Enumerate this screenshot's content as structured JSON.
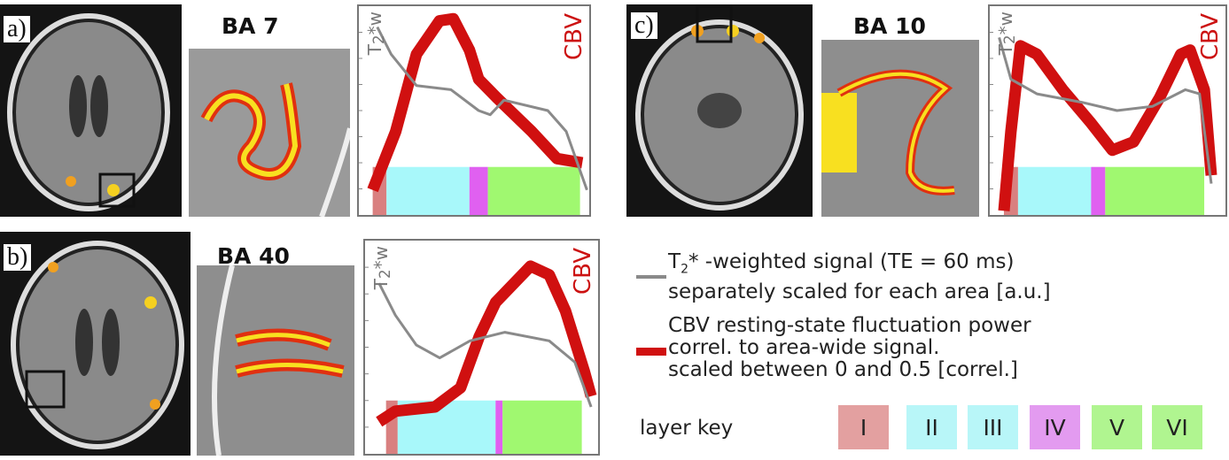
{
  "panels": [
    {
      "label": "a)",
      "area": "BA 7",
      "chart": {
        "red": [
          [
            0.06,
            0.12
          ],
          [
            0.16,
            0.4
          ],
          [
            0.25,
            0.77
          ],
          [
            0.35,
            0.93
          ],
          [
            0.41,
            0.94
          ],
          [
            0.48,
            0.79
          ],
          [
            0.52,
            0.65
          ],
          [
            0.6,
            0.56
          ],
          [
            0.75,
            0.4
          ],
          [
            0.86,
            0.27
          ],
          [
            0.97,
            0.25
          ]
        ],
        "gray": [
          [
            0.08,
            0.9
          ],
          [
            0.14,
            0.77
          ],
          [
            0.25,
            0.62
          ],
          [
            0.4,
            0.6
          ],
          [
            0.52,
            0.5
          ],
          [
            0.57,
            0.48
          ],
          [
            0.63,
            0.55
          ],
          [
            0.82,
            0.5
          ],
          [
            0.9,
            0.4
          ],
          [
            0.99,
            0.12
          ]
        ],
        "layers": [
          0.06,
          0.12,
          0.48,
          0.56,
          0.96
        ],
        "bar_top": 0.23
      }
    },
    {
      "label": "b)",
      "area": "BA 40",
      "chart": {
        "red": [
          [
            0.06,
            0.15
          ],
          [
            0.13,
            0.2
          ],
          [
            0.3,
            0.22
          ],
          [
            0.41,
            0.31
          ],
          [
            0.49,
            0.55
          ],
          [
            0.56,
            0.71
          ],
          [
            0.71,
            0.88
          ],
          [
            0.79,
            0.84
          ],
          [
            0.86,
            0.67
          ],
          [
            0.94,
            0.39
          ],
          [
            0.97,
            0.27
          ]
        ],
        "gray": [
          [
            0.06,
            0.8
          ],
          [
            0.13,
            0.65
          ],
          [
            0.22,
            0.51
          ],
          [
            0.32,
            0.45
          ],
          [
            0.45,
            0.53
          ],
          [
            0.6,
            0.57
          ],
          [
            0.79,
            0.53
          ],
          [
            0.9,
            0.43
          ],
          [
            0.97,
            0.22
          ]
        ],
        "layers": [
          0.09,
          0.14,
          0.56,
          0.59,
          0.93
        ],
        "bar_top": 0.25
      }
    },
    {
      "label": "c)",
      "area": "BA 10",
      "chart": {
        "red": [
          [
            0.06,
            0.02
          ],
          [
            0.09,
            0.4
          ],
          [
            0.13,
            0.81
          ],
          [
            0.2,
            0.77
          ],
          [
            0.31,
            0.6
          ],
          [
            0.43,
            0.44
          ],
          [
            0.52,
            0.31
          ],
          [
            0.61,
            0.35
          ],
          [
            0.72,
            0.56
          ],
          [
            0.81,
            0.77
          ],
          [
            0.85,
            0.79
          ],
          [
            0.91,
            0.6
          ],
          [
            0.94,
            0.19
          ]
        ],
        "gray": [
          [
            0.04,
            0.85
          ],
          [
            0.09,
            0.65
          ],
          [
            0.2,
            0.58
          ],
          [
            0.39,
            0.54
          ],
          [
            0.54,
            0.5
          ],
          [
            0.69,
            0.52
          ],
          [
            0.83,
            0.6
          ],
          [
            0.89,
            0.58
          ],
          [
            0.94,
            0.15
          ]
        ],
        "layers": [
          0.06,
          0.12,
          0.43,
          0.49,
          0.91
        ],
        "bar_top": 0.23
      }
    }
  ],
  "axis_labels": {
    "cbv": "CBV",
    "t2w_main": "T",
    "t2w_sub": "2",
    "t2w_star": "*w"
  },
  "legend": {
    "gray_line": {
      "prefix": "T",
      "sub": "2",
      "rest": "* -weighted signal (TE = 60 ms)",
      "line2": "separately scaled for each area [a.u.]"
    },
    "red_line": {
      "line1": "CBV resting-state fluctuation power",
      "line2": "correl. to area-wide signal.",
      "line3": "scaled between 0 and 0.5 [correl.]"
    },
    "layer_key_label": "layer key",
    "layers": [
      {
        "name": "I",
        "color": "#e3a0a0"
      },
      {
        "name": "II",
        "color": "#b8f6f8"
      },
      {
        "name": "III",
        "color": "#b8f6f8"
      },
      {
        "name": "IV",
        "color": "#e39bf0"
      },
      {
        "name": "V",
        "color": "#b0f590"
      },
      {
        "name": "VI",
        "color": "#b0f590"
      }
    ]
  },
  "colors": {
    "red": "#d01010",
    "gray": "#8a8a8a",
    "l1": "#d98080",
    "l23": "#a8f8fa",
    "l4": "#e060f0",
    "l56": "#a0f870"
  }
}
